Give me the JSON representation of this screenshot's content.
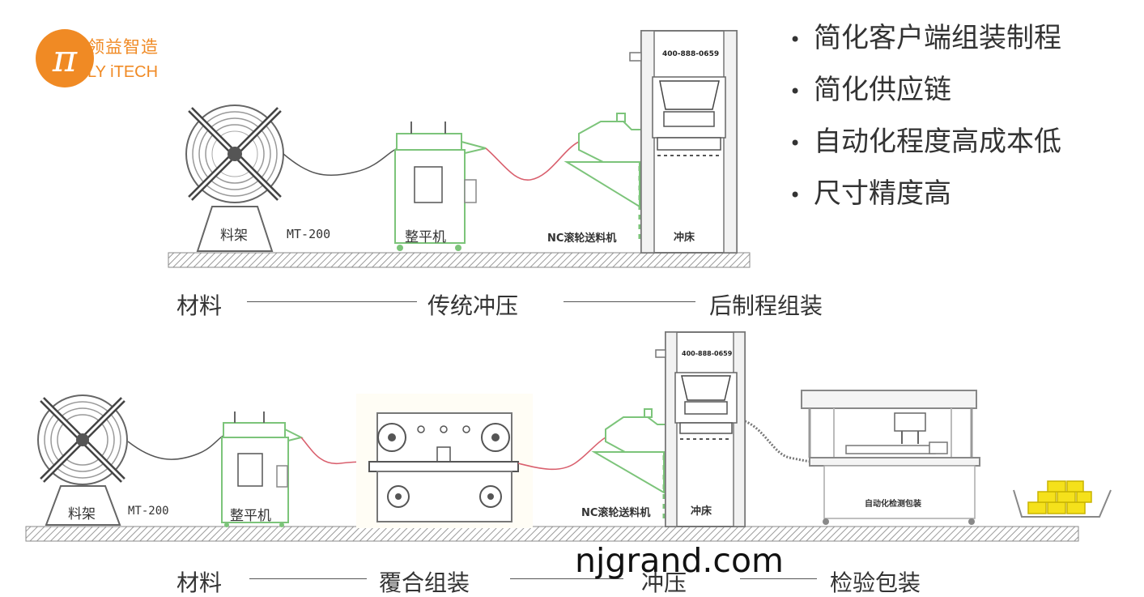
{
  "logo": {
    "cn": "领益智造",
    "en": "LY iTECH",
    "symbol": "π",
    "color": "#f08a24"
  },
  "benefits": [
    {
      "text": "简化客户端组装制程"
    },
    {
      "text": "简化供应链"
    },
    {
      "text": "自动化程度高成本低"
    },
    {
      "text": "尺寸精度高"
    }
  ],
  "traditional_line": {
    "machines": {
      "rack": "料架",
      "model": "MT-200",
      "leveler": "整平机",
      "feeder": "NC滚轮送料机",
      "press": "冲床",
      "phone": "400-888-0659"
    },
    "flow": [
      "材料",
      "传统冲压",
      "后制程组装"
    ]
  },
  "new_line": {
    "machines": {
      "rack": "料架",
      "model": "MT-200",
      "leveler": "整平机",
      "feeder": "NC滚轮送料机",
      "press": "冲床",
      "phone": "400-888-0659",
      "inspection": "自动化检测包装"
    },
    "flow": [
      "材料",
      "覆合组装",
      "冲压",
      "检验包装"
    ]
  },
  "watermark": "njgrand.com",
  "colors": {
    "machine_green": "#7cc47a",
    "cable_red": "#d9606e",
    "product_yellow": "#f5e11b",
    "floor": "#bdbdbd"
  }
}
